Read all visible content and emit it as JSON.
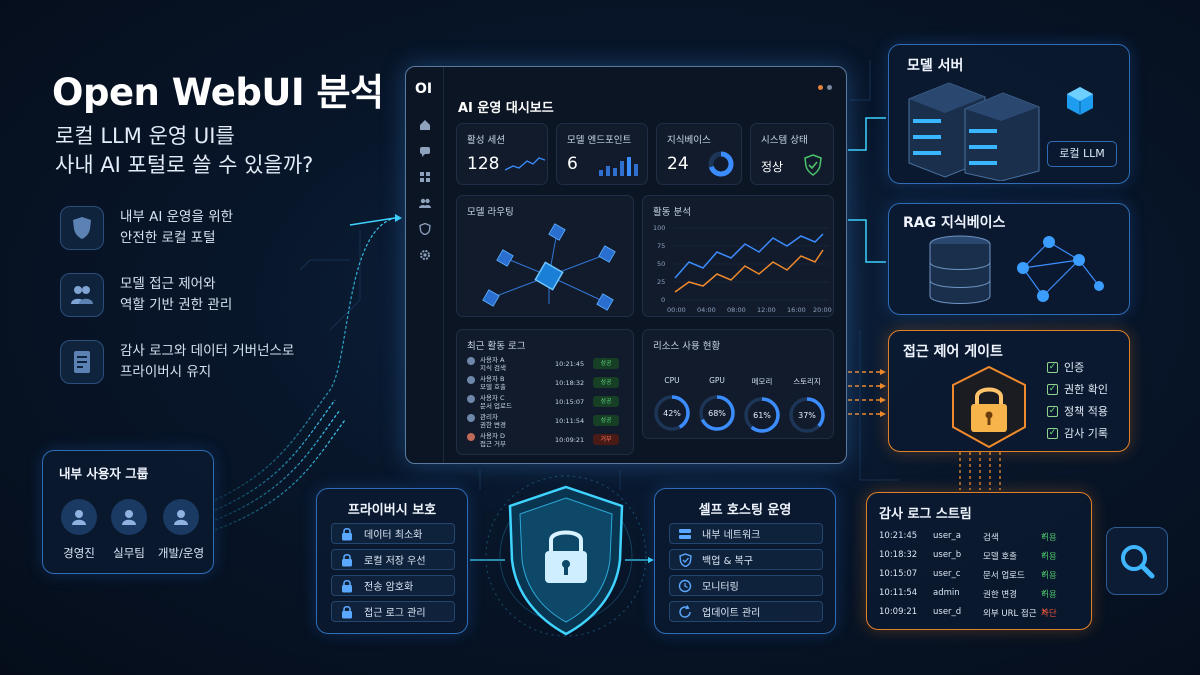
{
  "headline": {
    "title": "Open WebUI 분석",
    "subtitle_line1": "로컬 LLM 운영 UI를",
    "subtitle_line2": "사내 AI 포털로 쓸 수 있을까?"
  },
  "features": [
    {
      "icon": "shield-icon",
      "line1": "내부 AI 운영을 위한",
      "line2": "안전한 로컬 포털"
    },
    {
      "icon": "users-icon",
      "line1": "모델 접근 제어와",
      "line2": "역할 기반 권한 관리"
    },
    {
      "icon": "document-icon",
      "line1": "감사 로그와 데이터 거버넌스로",
      "line2": "프라이버시 유지"
    }
  ],
  "user_group": {
    "title": "내부 사용자 그룹",
    "members": [
      "경영진",
      "실무팀",
      "개발/운영"
    ]
  },
  "dashboard": {
    "logo": "OI",
    "title": "AI 운영 대시보드",
    "stats": [
      {
        "label": "활성 세션",
        "value": "128"
      },
      {
        "label": "모델 엔드포인트",
        "value": "6"
      },
      {
        "label": "지식베이스",
        "value": "24"
      },
      {
        "label": "시스템 상태",
        "value": "정상"
      }
    ],
    "routing_title": "모델 라우팅",
    "activity": {
      "title": "활동 분석",
      "y_ticks": [
        "100",
        "75",
        "50",
        "25",
        "0"
      ],
      "x_ticks": [
        "00:00",
        "04:00",
        "08:00",
        "12:00",
        "16:00",
        "20:00"
      ]
    },
    "recent_log": {
      "title": "최근 활동 로그",
      "rows": [
        {
          "user": "사용자 A",
          "action": "지식 검색",
          "time": "10:21:45",
          "status": "성공",
          "ok": true
        },
        {
          "user": "사용자 B",
          "action": "모델 호출",
          "time": "10:18:32",
          "status": "성공",
          "ok": true
        },
        {
          "user": "사용자 C",
          "action": "문서 업로드",
          "time": "10:15:07",
          "status": "성공",
          "ok": true
        },
        {
          "user": "관리자",
          "action": "권한 변경",
          "time": "10:11:54",
          "status": "성공",
          "ok": true
        },
        {
          "user": "사용자 D",
          "action": "접근 거부",
          "time": "10:09:21",
          "status": "거부",
          "ok": false
        }
      ]
    },
    "resources": {
      "title": "리소스 사용 현황",
      "items": [
        {
          "label": "CPU",
          "value": "42%",
          "pct": 42,
          "color": "#3b8dff"
        },
        {
          "label": "GPU",
          "value": "68%",
          "pct": 68,
          "color": "#3b8dff"
        },
        {
          "label": "메모리",
          "value": "61%",
          "pct": 61,
          "color": "#3b8dff"
        },
        {
          "label": "스토리지",
          "value": "37%",
          "pct": 37,
          "color": "#3b8dff"
        }
      ]
    }
  },
  "model_server": {
    "title": "모델 서버",
    "badge": "로컬 LLM"
  },
  "rag": {
    "title": "RAG 지식베이스"
  },
  "access_gate": {
    "title": "접근 제어 게이트",
    "checks": [
      "인증",
      "권한 확인",
      "정책 적용",
      "감사 기록"
    ]
  },
  "privacy": {
    "title": "프라이버시 보호",
    "items": [
      "데이터 최소화",
      "로컬 저장 우선",
      "전송 암호화",
      "접근 로그 관리"
    ]
  },
  "selfhost": {
    "title": "셀프 호스팅 운영",
    "items": [
      {
        "icon": "server-icon",
        "label": "내부 네트워크"
      },
      {
        "icon": "shield-check-icon",
        "label": "백업 & 복구"
      },
      {
        "icon": "clock-icon",
        "label": "모니터링"
      },
      {
        "icon": "refresh-icon",
        "label": "업데이트 관리"
      }
    ]
  },
  "audit": {
    "title": "감사 로그 스트림",
    "rows": [
      {
        "time": "10:21:45",
        "user": "user_a",
        "action": "검색",
        "result": "허용",
        "ok": true
      },
      {
        "time": "10:18:32",
        "user": "user_b",
        "action": "모델 호출",
        "result": "허용",
        "ok": true
      },
      {
        "time": "10:15:07",
        "user": "user_c",
        "action": "문서 업로드",
        "result": "허용",
        "ok": true
      },
      {
        "time": "10:11:54",
        "user": "admin",
        "action": "권한 변경",
        "result": "허용",
        "ok": true
      },
      {
        "time": "10:09:21",
        "user": "user_d",
        "action": "외부 URL 접근",
        "result": "차단",
        "ok": false
      }
    ]
  },
  "colors": {
    "accent": "#2e6db6",
    "orange": "#e0812a",
    "ok": "#4cc46a",
    "deny": "#e0553a"
  }
}
